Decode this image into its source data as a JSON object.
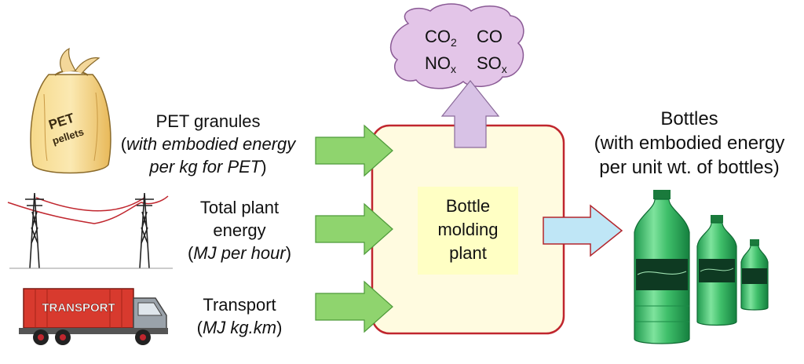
{
  "inputs": {
    "pet": {
      "line1": "PET granules",
      "line2_open": "(",
      "line2_italic": "with embodied energy",
      "line3_italic": "per kg for PET",
      "line3_close": ")"
    },
    "energy": {
      "line1": "Total plant",
      "line2": "energy",
      "line3_open": "(",
      "line3_italic": "MJ per hour",
      "line3_close": ")"
    },
    "transport": {
      "line1": "Transport",
      "line2_open": "(",
      "line2_italic": "MJ kg.km",
      "line2_close": ")"
    }
  },
  "plant": {
    "line1": "Bottle",
    "line2": "molding",
    "line3": "plant"
  },
  "emissions": {
    "co2": "CO",
    "co2_sub": "2",
    "co": "CO",
    "nox": "NO",
    "nox_sub": "x",
    "sox": "SO",
    "sox_sub": "x"
  },
  "output": {
    "line1": "Bottles",
    "line2": "(with embodied energy",
    "line3": "per unit wt. of bottles)"
  },
  "illustrations": {
    "bag_text1": "PET",
    "bag_text2": "pellets",
    "truck_text": "TRANSPORT"
  },
  "colors": {
    "plant_border": "#c0262e",
    "plant_fill": "#fffbe0",
    "plant_label_bg": "#ffffc4",
    "input_arrow": "#8fd46e",
    "input_arrow_border": "#4e9a3a",
    "emission_arrow": "#d8c2e6",
    "emission_cloud": "#e3c5e8",
    "output_arrow": "#bfe6f6",
    "output_arrow_border": "#b3262d",
    "bottle_green": "#3fbf6a"
  }
}
